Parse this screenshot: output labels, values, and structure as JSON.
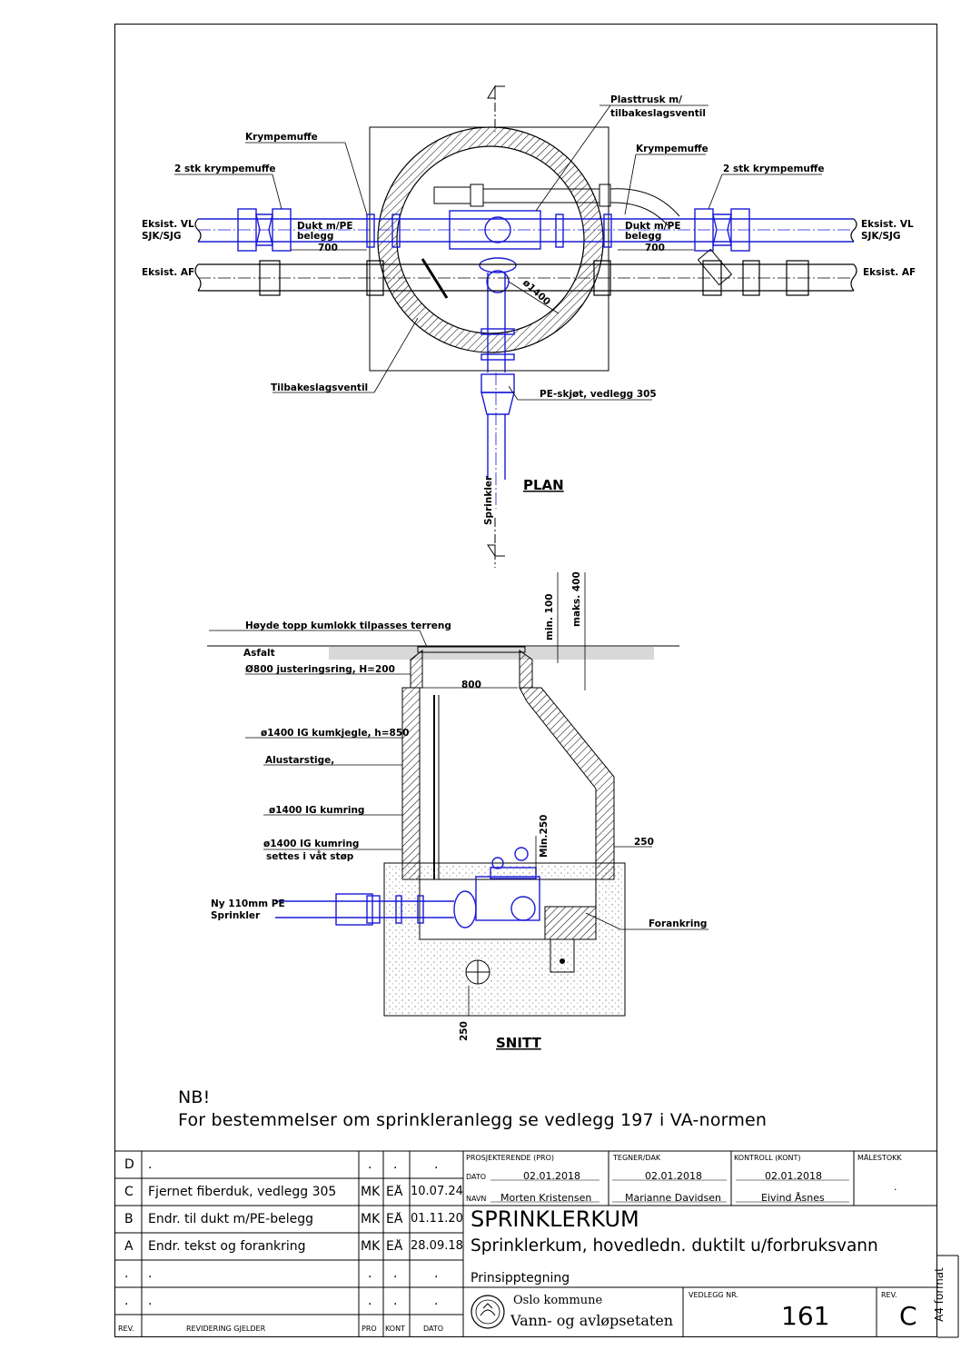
{
  "drawing": {
    "plan_title": "PLAN",
    "section_title": "SNITT",
    "plan_labels": {
      "plasttrusk": "Plasttrusk m/",
      "plasttrusk2": "tilbakeslagsventil",
      "krympemuffe_left": "Krympemuffe",
      "krympemuffe_right": "Krympemuffe",
      "two_stk_left": "2 stk krympemuffe",
      "two_stk_right": "2 stk krympemuffe",
      "eksist_vl_left": "Eksist. VL",
      "sjk_left": "SJK/SJG",
      "eksist_vl_right": "Eksist. VL",
      "sjk_right": "SJK/SJG",
      "dukt_left": "Dukt m/PE",
      "belegg_left": "belegg",
      "dukt_right": "Dukt m/PE",
      "belegg_right": "belegg",
      "dim_700_left": "700",
      "dim_700_right": "700",
      "eksist_af_left": "Eksist. AF",
      "eksist_af_right": "Eksist. AF",
      "dia_1400": "ø1400",
      "tilbakeslagsventil": "Tilbakeslagsventil",
      "pe_skjot": "PE-skjøt, vedlegg 305",
      "sprinkler": "Sprinkler"
    },
    "section_labels": {
      "hoyde": "Høyde topp kumlokk tilpasses terreng",
      "asfalt": "Asfalt",
      "justeringsring": "Ø800 justeringsring, H=200",
      "dim_800": "800",
      "min_100": "min. 100",
      "maks_400": "maks. 400",
      "kumkjegle": "ø1400 IG kumkjegle, h=850",
      "alustarstige": "Alustarstige,",
      "kumring": "ø1400 IG kumring",
      "kumring2": "ø1400 IG kumring",
      "vat_stop": "settes i våt støp",
      "min_250": "Min.250",
      "dim_250_right": "250",
      "ny_pe": "Ny 110mm PE",
      "sprinkler": "Sprinkler",
      "forankring": "Forankring",
      "dim_250_bottom": "250"
    }
  },
  "note": {
    "line1": "NB!",
    "line2": "For bestemmelser om sprinkleranlegg se vedlegg 197 i VA-normen"
  },
  "revisions": [
    {
      "rev": "D",
      "text": ".",
      "pro": ".",
      "kont": ".",
      "dato": "."
    },
    {
      "rev": "C",
      "text": "Fjernet fiberduk, vedlegg 305",
      "pro": "MK",
      "kont": "EÅ",
      "dato": "10.07.24"
    },
    {
      "rev": "B",
      "text": "Endr. til dukt m/PE-belegg",
      "pro": "MK",
      "kont": "EÅ",
      "dato": "01.11.20"
    },
    {
      "rev": "A",
      "text": "Endr. tekst og forankring",
      "pro": "MK",
      "kont": "EÅ",
      "dato": "28.09.18"
    },
    {
      "rev": ".",
      "text": ".",
      "pro": ".",
      "kont": ".",
      "dato": "."
    },
    {
      "rev": ".",
      "text": ".",
      "pro": ".",
      "kont": ".",
      "dato": "."
    }
  ],
  "revision_header": {
    "rev": "REV.",
    "text": "REVIDERING GJELDER",
    "pro": "PRO",
    "kont": "KONT",
    "dato": "DATO"
  },
  "title_block": {
    "pro_label": "PROSJEKTERENDE (PRO)",
    "teg_label": "TEGNER/DAK",
    "kont_label": "KONTROLL (KONT)",
    "malestokk_label": "MÅLESTOKK",
    "dato_label": "DATO",
    "navn_label": "NAVN",
    "pro_dato": "02.01.2018",
    "teg_dato": "02.01.2018",
    "kont_dato": "02.01.2018",
    "pro_navn": "Morten Kristensen",
    "teg_navn": "Marianne Davidsen",
    "kont_navn": "Eivind Åsnes",
    "malestokk": ".",
    "title": "SPRINKLERKUM",
    "subtitle": "Sprinklerkum, hovedledn. duktilt u/forbruksvann",
    "type": "Prinsipptegning",
    "org1": "Oslo kommune",
    "org2": "Vann- og avløpsetaten",
    "vedlegg_label": "VEDLEGG NR.",
    "vedlegg": "161",
    "rev_label": "REV.",
    "rev": "C",
    "format": "A4 format"
  },
  "colors": {
    "blue": "#1a1ad6",
    "line": "#000000",
    "grey": "#d8d8d8"
  }
}
